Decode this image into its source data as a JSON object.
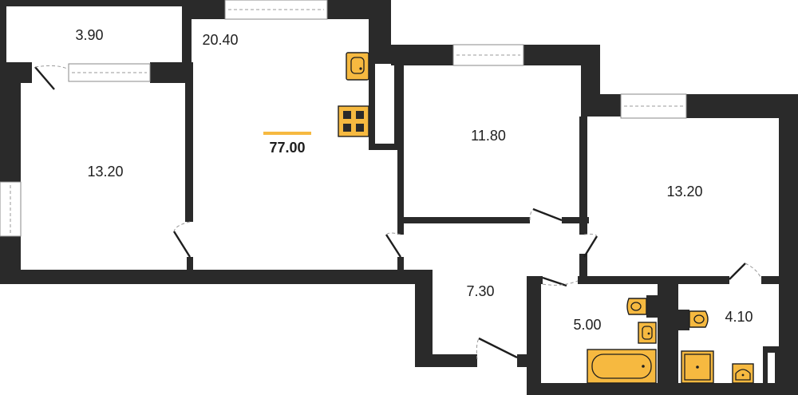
{
  "colors": {
    "wall": "#2a2a2a",
    "accent": "#f6b940",
    "background": "#ffffff"
  },
  "plan": {
    "total_area": "77.00",
    "rooms": [
      {
        "id": "balcony",
        "area": "3.90"
      },
      {
        "id": "living-kitchen",
        "area": "20.40"
      },
      {
        "id": "bedroom-left",
        "area": "13.20"
      },
      {
        "id": "bedroom-middle",
        "area": "11.80"
      },
      {
        "id": "bedroom-right",
        "area": "13.20"
      },
      {
        "id": "hallway",
        "area": "7.30"
      },
      {
        "id": "bathroom",
        "area": "5.00"
      },
      {
        "id": "toilet",
        "area": "4.10"
      }
    ]
  },
  "icons": {
    "stove": "stove-icon",
    "kitchen_sink": "kitchen-sink-icon",
    "bathtub": "bathtub-icon",
    "toilet": "toilet-icon",
    "washbasin": "washbasin-icon",
    "shower": "shower-icon"
  }
}
